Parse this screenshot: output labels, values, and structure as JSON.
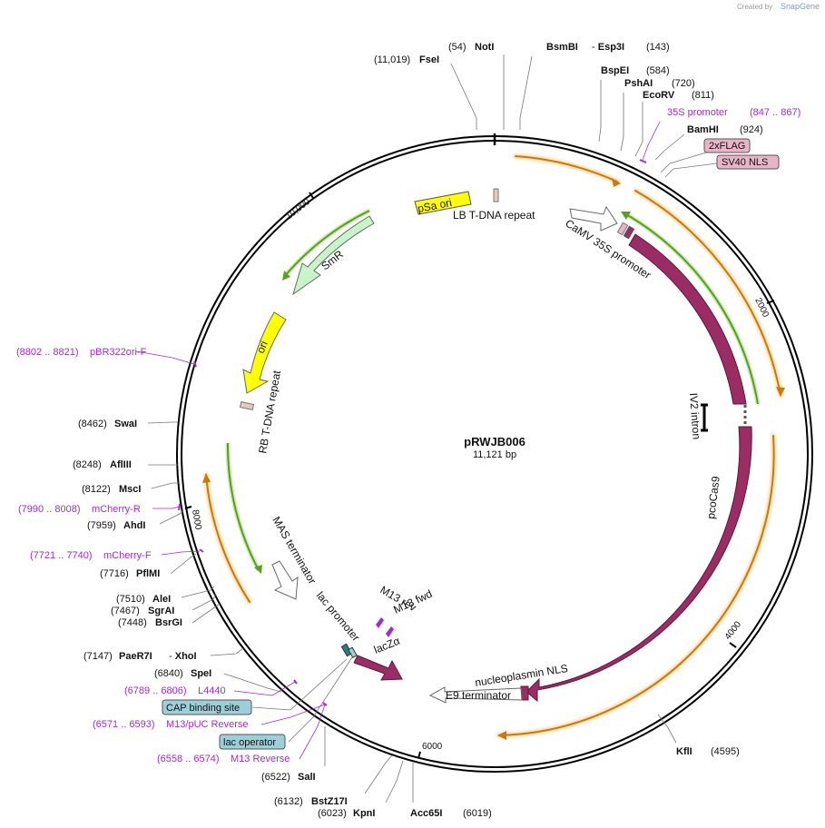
{
  "credit": {
    "prefix": "Created by",
    "logo": "SnapGene"
  },
  "plasmid": {
    "name": "pRWJB006",
    "length_label": "11,121 bp",
    "length_bp": 11121
  },
  "ticks": [
    {
      "bp": 2000,
      "label": "2000"
    },
    {
      "bp": 4000,
      "label": "4000"
    },
    {
      "bp": 6000,
      "label": "6000"
    },
    {
      "bp": 8000,
      "label": "8000"
    },
    {
      "bp": 10000,
      "label": "10,000"
    }
  ],
  "sites": [
    {
      "name": "FseI",
      "pos": "(11,019)"
    },
    {
      "name": "NotI",
      "pos": "(54)"
    },
    {
      "name": "BsmBI",
      "name2": "Esp3I",
      "pos": "(143)"
    },
    {
      "name": "BspEI",
      "pos": "(584)"
    },
    {
      "name": "PshAI",
      "pos": "(720)"
    },
    {
      "name": "EcoRV",
      "pos": "(811)"
    },
    {
      "name": "BamHI",
      "pos": "(924)"
    },
    {
      "name": "KflI",
      "pos": "(4595)"
    },
    {
      "name": "Acc65I",
      "pos": "(6019)"
    },
    {
      "name": "KpnI",
      "pos": "(6023)"
    },
    {
      "name": "BstZ17I",
      "pos": "(6132)"
    },
    {
      "name": "SalI",
      "pos": "(6522)"
    },
    {
      "name": "SpeI",
      "pos": "(6840)"
    },
    {
      "name": "PaeR7I",
      "name2": "XhoI",
      "pos": "(7147)"
    },
    {
      "name": "BsrGI",
      "pos": "(7448)"
    },
    {
      "name": "SgrAI",
      "pos": "(7467)"
    },
    {
      "name": "AleI",
      "pos": "(7510)"
    },
    {
      "name": "PflMI",
      "pos": "(7716)"
    },
    {
      "name": "AhdI",
      "pos": "(7959)"
    },
    {
      "name": "MscI",
      "pos": "(8122)"
    },
    {
      "name": "AflIII",
      "pos": "(8248)"
    },
    {
      "name": "SwaI",
      "pos": "(8462)"
    }
  ],
  "primers": [
    {
      "name": "35S promoter",
      "range": "(847 .. 867)"
    },
    {
      "name": "L4440",
      "range": "(6789 .. 6806)"
    },
    {
      "name": "M13/pUC Reverse",
      "range": "(6571 .. 6593)"
    },
    {
      "name": "M13 Reverse",
      "range": "(6558 .. 6574)"
    },
    {
      "name": "mCherry-F",
      "range": "(7721 .. 7740)"
    },
    {
      "name": "mCherry-R",
      "range": "(7990 .. 8008)"
    },
    {
      "name": "pBR322ori-F",
      "range": "(8802 .. 8821)"
    }
  ],
  "boxed_features": [
    {
      "label": "2xFLAG",
      "color": "#e8b4c8"
    },
    {
      "label": "SV40 NLS",
      "color": "#e8b4c8"
    },
    {
      "label": "CAP binding site",
      "color": "#9ccfd8"
    },
    {
      "label": "lac operator",
      "color": "#9ccfd8"
    }
  ],
  "features": {
    "pSa_ori": "pSa ori",
    "LB": "LB T-DNA repeat",
    "CaMV": "CaMV 35S promoter",
    "SmR": "SmR",
    "ori": "ori",
    "RB": "RB T-DNA repeat",
    "IV2": "IV2 intron",
    "pcoCas9": "pcoCas9",
    "nucleoplasmin": "nucleoplasmin NLS",
    "E9": "E9 terminator",
    "MAS": "MAS terminator",
    "lac_promoter": "lac promoter",
    "M13_rev": "M13 rev",
    "M13_fwd": "M13 fwd",
    "lacZa": "lacZα"
  },
  "colors": {
    "cds": "#9b2c64",
    "orf": "#f0a020",
    "primer": "#a02bd6",
    "green": "#5aa020",
    "ori": "#ffff00",
    "smr": "#c8f5c8",
    "regulatory": "#9ccfd8",
    "nls": "#e8b4c8"
  }
}
